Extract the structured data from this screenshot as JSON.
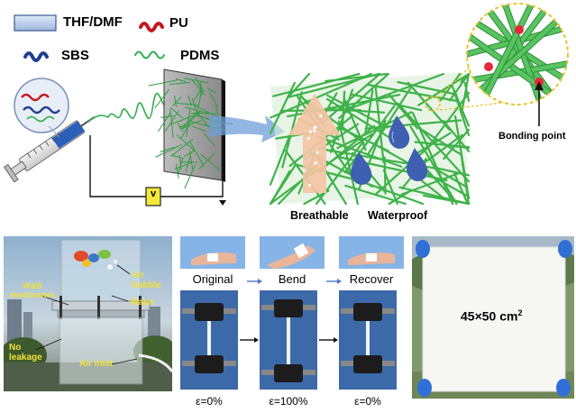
{
  "legend": {
    "thf_dmf": "THF/DMF",
    "pu": "PU",
    "sbs": "SBS",
    "pdms": "PDMS"
  },
  "schematic": {
    "voltage_symbol": "v",
    "bonding_point": "Bonding point",
    "breathable": "Breathable",
    "waterproof": "Waterproof"
  },
  "photo_tank": {
    "air_bubble": "Air bubble",
    "wb_membranes": "W&B membranes",
    "water": "Water",
    "no_leakage": "No leakage",
    "air_inlet": "Air inlet"
  },
  "stretch": {
    "original": "Original",
    "bend": "Bend",
    "recover": "Recover",
    "strain_1": "ε=0%",
    "strain_2": "ε=100%",
    "strain_3": "ε=0%"
  },
  "sheet": {
    "size": "45×50 cm",
    "size_sup": "2"
  },
  "colors": {
    "fiber_green": "#3fb24a",
    "pu_red": "#c4171d",
    "sbs_blue": "#1f3f8f",
    "pdms_green": "#2fae4e",
    "arrow_blue": "#6f9fd8",
    "droplet_blue": "#3f5fb0",
    "breath_arrow": "#f4c4a4",
    "bond_red": "#e8283a",
    "callout_yellow": "#e8c228"
  }
}
